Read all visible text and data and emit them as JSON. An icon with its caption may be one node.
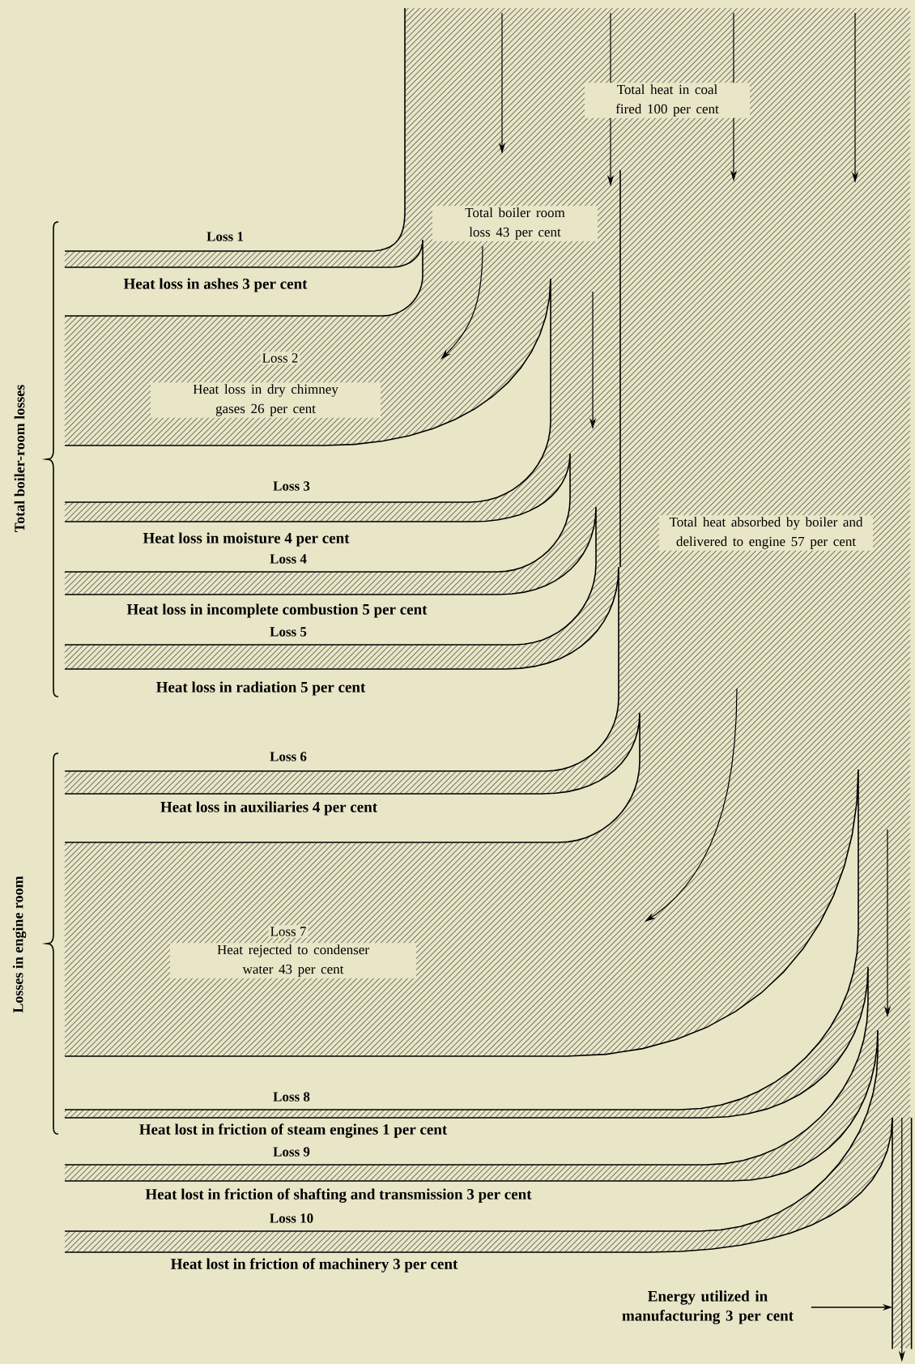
{
  "diagram": {
    "nodes": [
      {
        "text": [
          "Energy utilized in manufacturing 3 per cent"
        ]
      },
      {
        "text": [],
        "shape": "bar"
      }
    ],
    "edges": [
      {
        "from": 0,
        "to": 1,
        "arrow": "to"
      }
    ],
    "labels": [
      "Total heat in coal fired 100 per cent",
      "Total boiler room loss 43 per cent",
      "Loss 1",
      "Heat loss in ashes 3 per cent",
      "Loss 2",
      "Heat loss in dry chimney gases 26 per cent",
      "Loss 3",
      "Total heat absorbed by boiler and delivered to engine 57 per cent",
      "Heat loss in moisture 4 per cent",
      "Loss 4",
      "Heat loss in incomplete combustion 5 per cent",
      "Loss 5",
      "Heat loss in radiation 5 per cent",
      "Total boiler-room losses",
      "Loss 6",
      "Heat loss in auxiliaries 4 per cent",
      "Losses in engine room",
      "Loss 7",
      "Heat rejected to condenser water 43 per cent",
      "Loss 8",
      "Heat lost in friction of steam engines 1 per cent",
      "Loss 9",
      "Heat lost in friction of shafting and transmission 3 per cent",
      "Loss 10",
      "Heat lost in friction of machinery 3 per cent"
    ]
  }
}
